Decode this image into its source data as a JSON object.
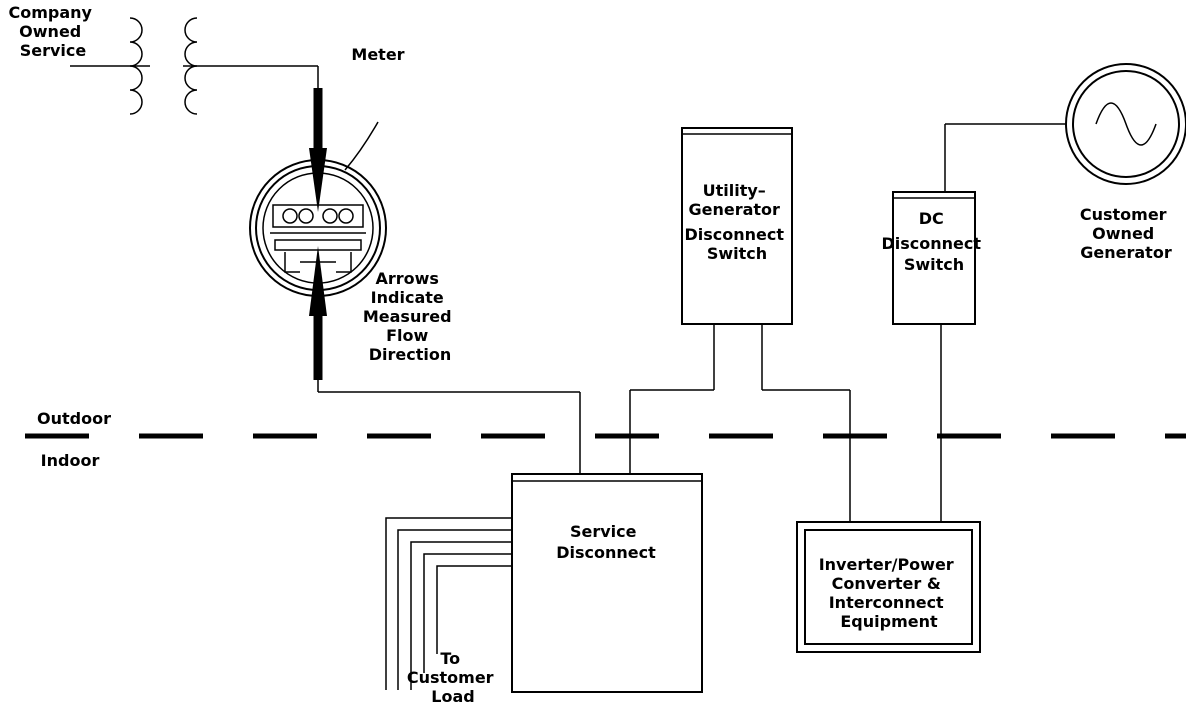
{
  "labels": {
    "company_service": [
      "Company",
      "Owned",
      "Service"
    ],
    "meter": "Meter",
    "arrows_note": [
      "Arrows",
      "Indicate",
      "Measured",
      "Flow",
      "Direction"
    ],
    "outdoor": "Outdoor",
    "indoor": "Indoor",
    "utility_switch": [
      "Utility–",
      "Generator",
      "Disconnect",
      "Switch"
    ],
    "dc_switch": [
      "DC",
      "Disconnect",
      "Switch"
    ],
    "generator": [
      "Customer",
      "Owned",
      "Generator"
    ],
    "service_disconnect": [
      "Service",
      "Disconnect"
    ],
    "inverter": [
      "Inverter/Power",
      "Converter &",
      "Interconnect",
      "Equipment"
    ],
    "customer_load": [
      "To",
      "Customer",
      "Load"
    ]
  }
}
